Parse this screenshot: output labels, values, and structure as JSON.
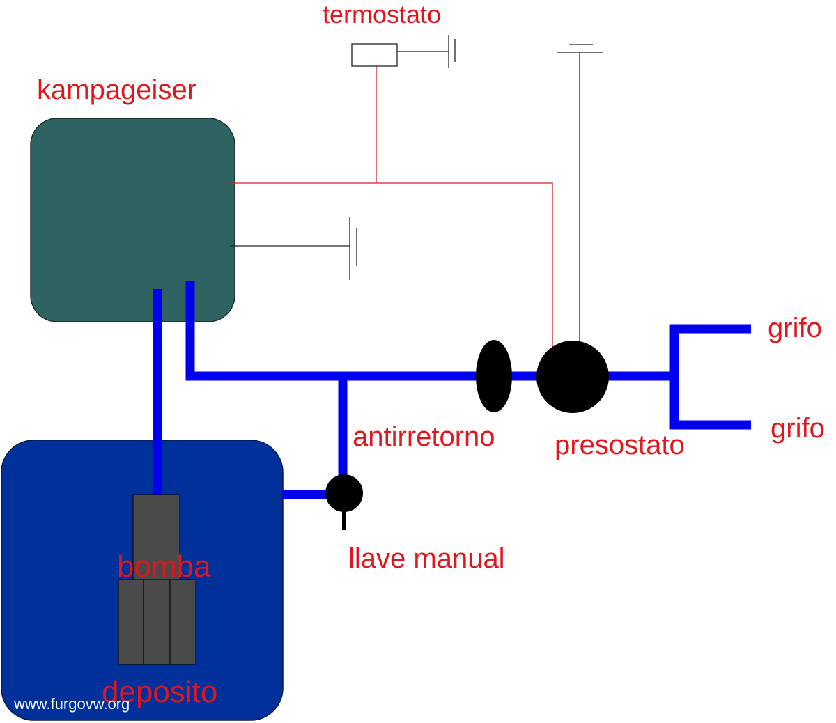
{
  "labels": {
    "termostato": "termostato",
    "kampageiser": "kampageiser",
    "antirretorno": "antirretorno",
    "presostato": "presostato",
    "grifo_top": "grifo",
    "grifo_bottom": "grifo",
    "llave_manual": "llave manual",
    "bomba": "bomba",
    "deposito": "deposito"
  },
  "watermark": "www.furgovw.org",
  "colors": {
    "label": "#e0161c",
    "water_pipe": "#0000f0",
    "wire_red": "#d42020",
    "wire_black": "#222222",
    "heater": "#2f6361",
    "tank": "#00309a",
    "pump": "#4a4a4a",
    "component": "#000000"
  }
}
